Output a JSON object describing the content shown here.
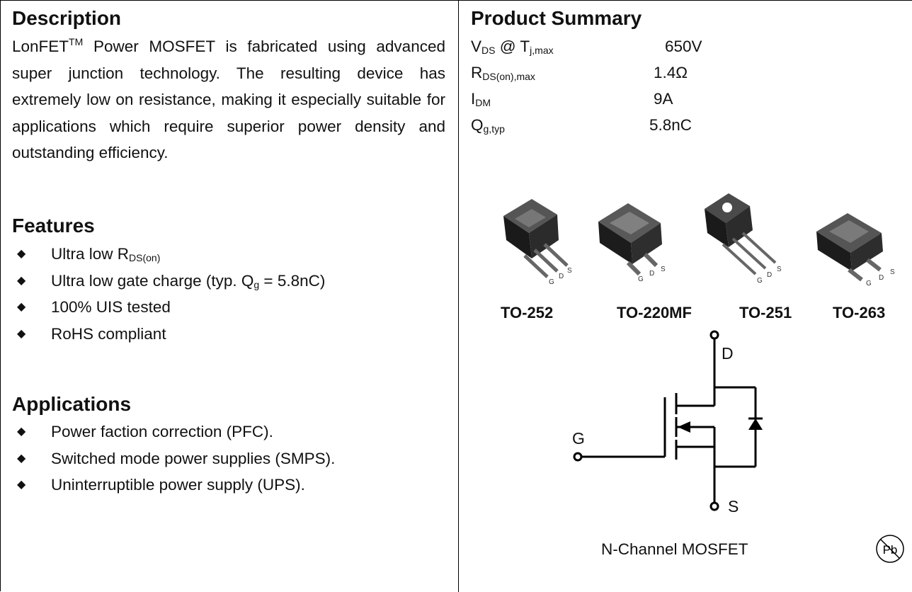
{
  "description": {
    "title": "Description",
    "brand": "LonFET",
    "tm": "TM",
    "text": " Power MOSFET is fabricated using advanced super junction technology.  The resulting device has extremely low on resistance, making it especially suitable for applications which require superior power density and outstanding efficiency."
  },
  "features": {
    "title": "Features",
    "items": [
      {
        "pre": "Ultra low R",
        "sub": "DS(on)",
        "post": ""
      },
      {
        "pre": "Ultra low gate charge (typ. Q",
        "sub": "g",
        "post": " = 5.8nC)"
      },
      {
        "pre": "100% UIS tested",
        "sub": "",
        "post": ""
      },
      {
        "pre": "RoHS compliant",
        "sub": "",
        "post": ""
      }
    ]
  },
  "applications": {
    "title": "Applications",
    "items": [
      "Power faction correction (PFC).",
      "Switched mode power supplies (SMPS).",
      "Uninterruptible power supply (UPS)."
    ]
  },
  "product_summary": {
    "title": "Product Summary",
    "rows": [
      {
        "sym": "V",
        "sub": "DS",
        "mid": " @ T",
        "sub2": "j,max",
        "value": "650V"
      },
      {
        "sym": "R",
        "sub": "DS(on),max",
        "mid": "",
        "sub2": "",
        "value": "1.4Ω"
      },
      {
        "sym": "I",
        "sub": "DM",
        "mid": "",
        "sub2": "",
        "value": "9A"
      },
      {
        "sym": "Q",
        "sub": "g,typ",
        "mid": "",
        "sub2": "",
        "value": "5.8nC"
      }
    ]
  },
  "packages": {
    "labels": [
      "TO-252",
      "TO-220MF",
      "TO-251",
      "TO-263"
    ],
    "pin_labels": [
      "G",
      "D",
      "S"
    ]
  },
  "schematic": {
    "terminal_d": "D",
    "terminal_g": "G",
    "terminal_s": "S",
    "caption": "N-Channel MOSFET",
    "pb_mark": "Pb"
  }
}
